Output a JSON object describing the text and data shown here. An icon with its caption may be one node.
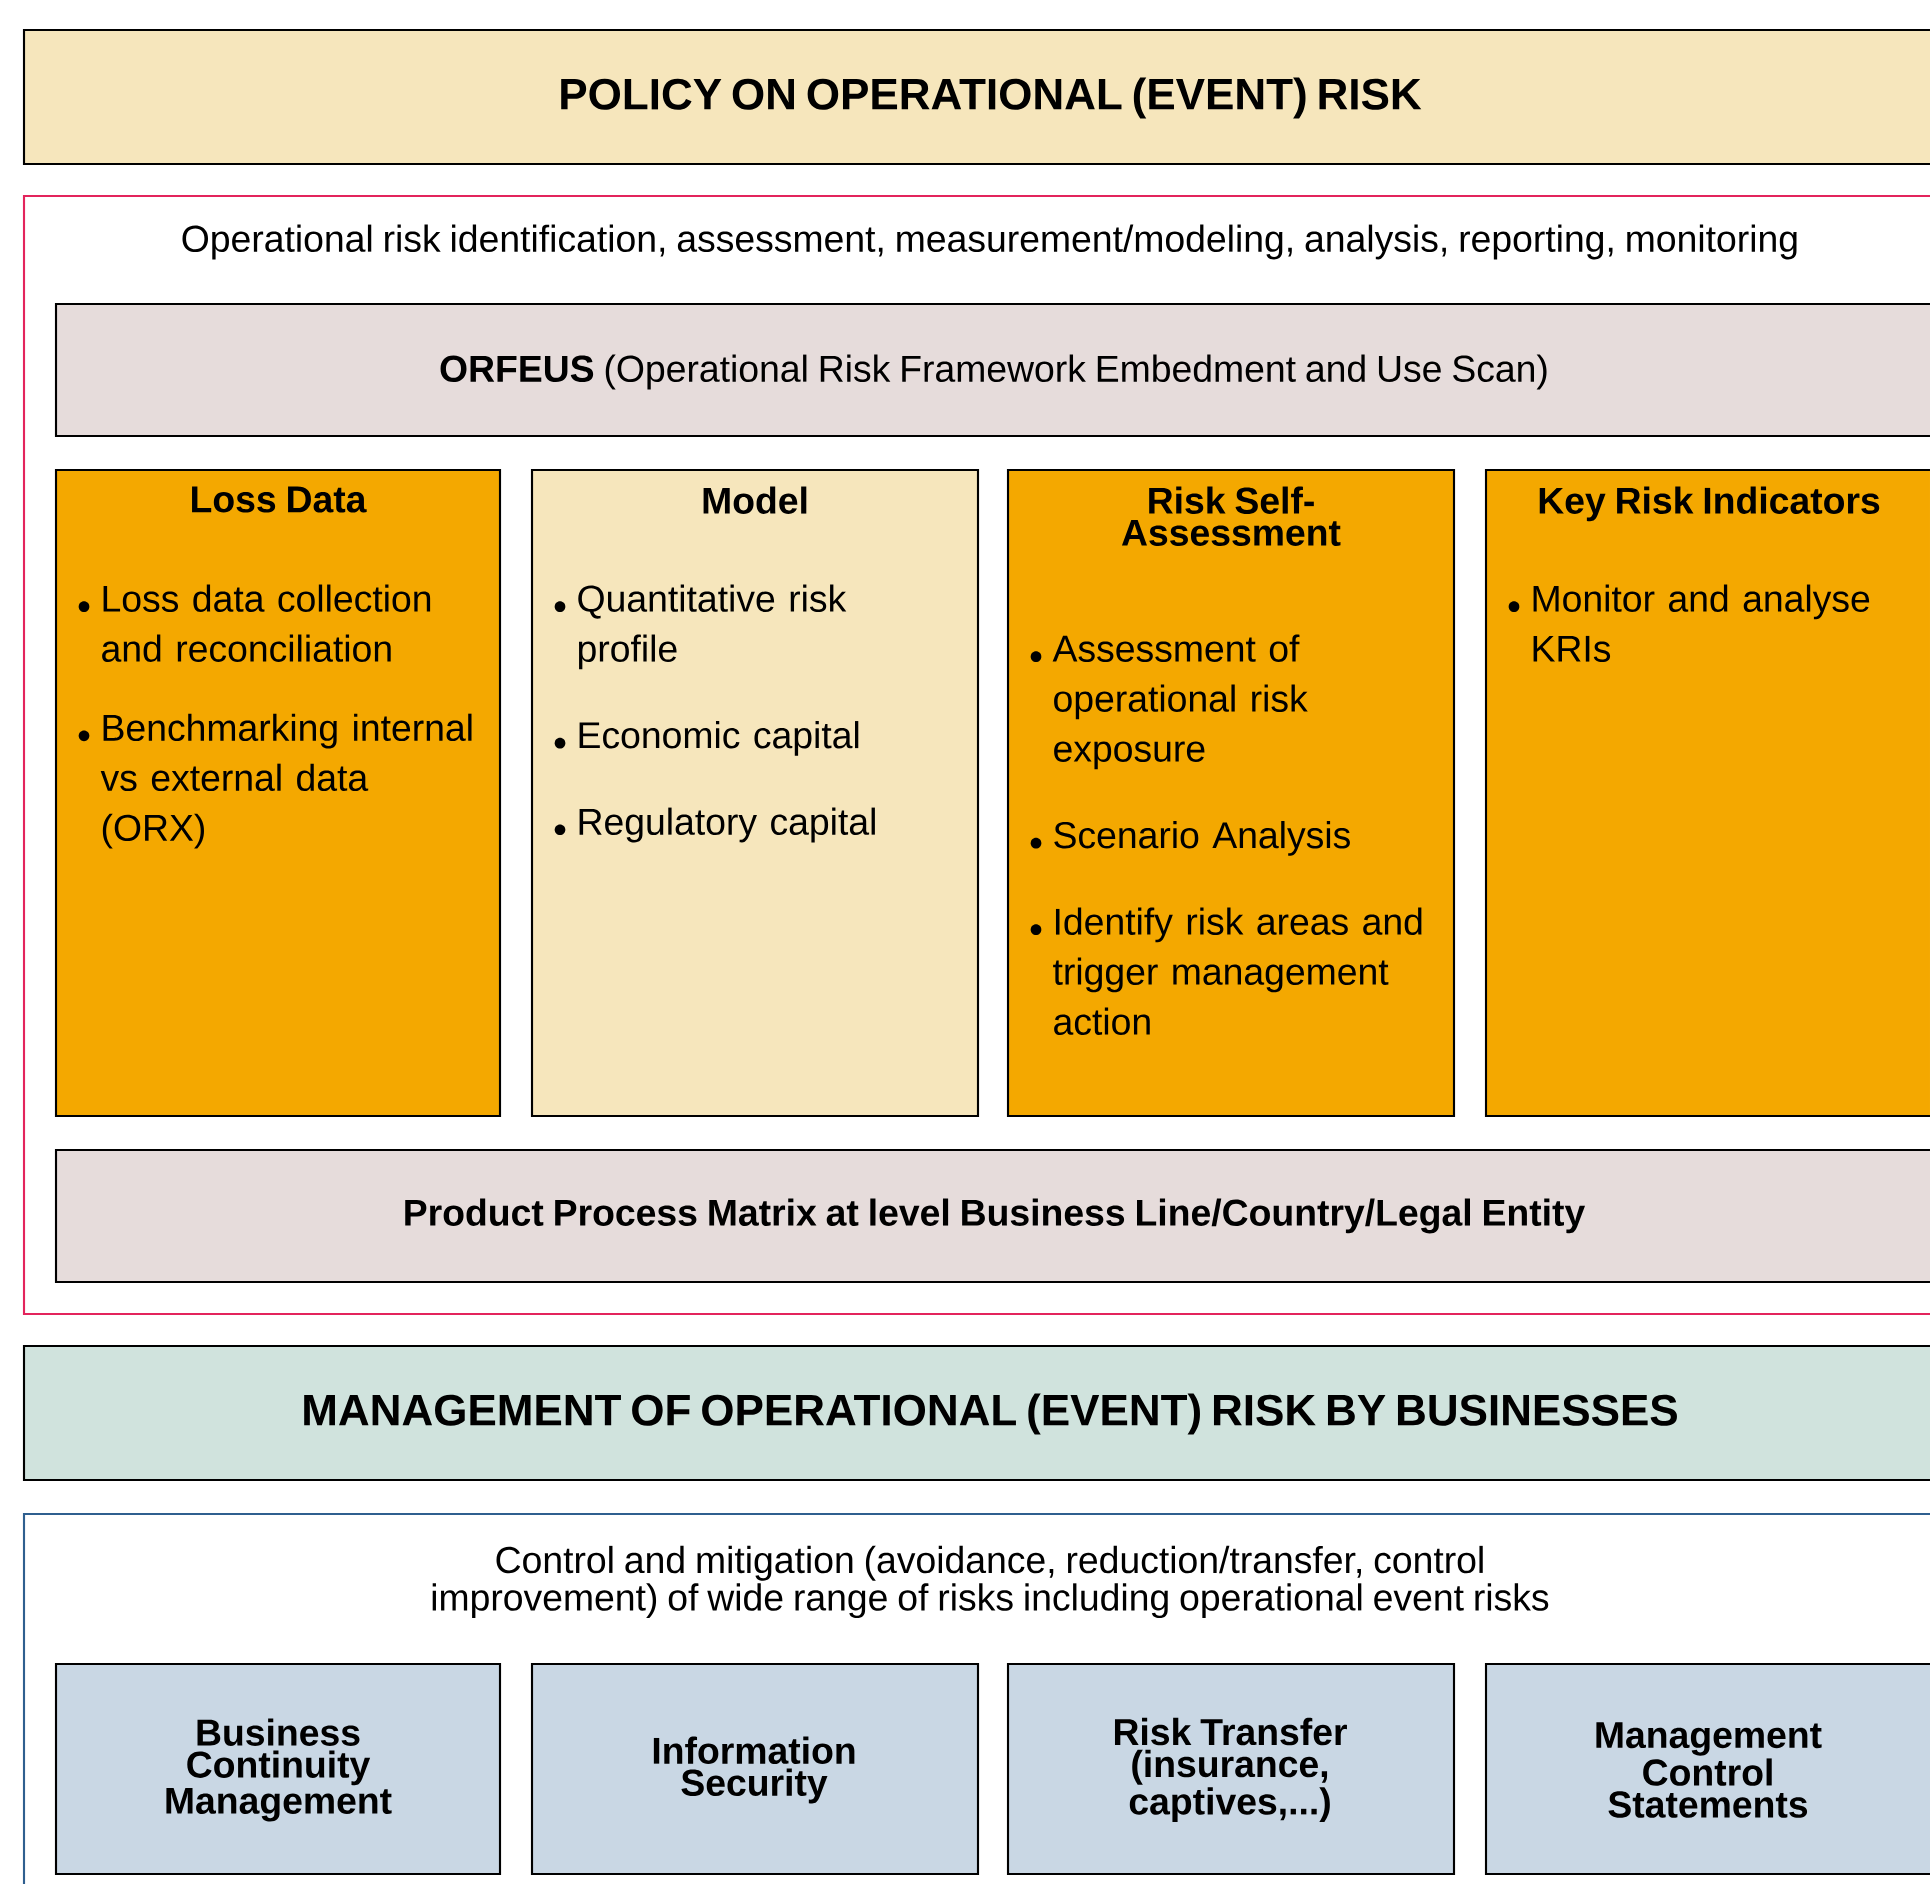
{
  "diagram": {
    "nodes": [
      {
        "text": [
          "POLICY ON OPERATIONAL (EVENT) RISK"
        ]
      },
      {
        "text": [
          "Operational risk identification, assessment, measurement/modeling, analysis, reporting, monitoring"
        ]
      },
      {
        "text": [
          "**ORFEUS** (Operational Risk Framework Embedment and Use Scan)"
        ],
        "in": 1
      },
      {
        "text": [
          "Loss Data",
          "Loss data collection and reconciliation",
          "Benchmarking internal vs external data (ORX)"
        ],
        "in": 1
      },
      {
        "text": [
          "Model",
          "Quantitative risk profile",
          "Economic capital",
          "Regulatory capital"
        ],
        "in": 1
      },
      {
        "text": [
          "Risk Self-Assessment",
          "Assessment of operational risk exposure",
          "Scenario Analysis",
          "Identify risk areas and trigger management action"
        ],
        "in": 1
      },
      {
        "text": [
          "Key Risk Indicators",
          "Monitor and analyse KRIs"
        ],
        "in": 1
      },
      {
        "text": [
          "Product Process Matrix at level Business Line/Country/Legal Entity"
        ],
        "in": 1
      },
      {
        "text": [
          "MANAGEMENT OF OPERATIONAL (EVENT) RISK BY BUSINESSES"
        ]
      },
      {
        "text": [
          "Control and mitigation (avoidance, reduction/transfer, control improvement) of wide range of risks including operational event risks"
        ]
      },
      {
        "text": [
          "Business Continuity Management"
        ],
        "in": 9
      },
      {
        "text": [
          "Information Security"
        ],
        "in": 9
      },
      {
        "text": [
          "Risk Transfer (insurance, captives,...)"
        ],
        "in": 9
      },
      {
        "text": [
          "Management Control Statements"
        ],
        "in": 9
      }
    ]
  }
}
